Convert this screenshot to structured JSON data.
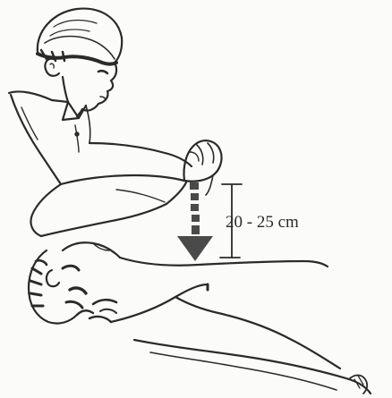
{
  "figure": {
    "measurement_label": "20 - 25 cm",
    "colors": {
      "paper": "#fbfbf9",
      "ink": "#2a2a2a",
      "arrow": "#4a4a4a"
    },
    "icons": [
      "rescuer-figure",
      "patient-figure",
      "downward-arrow",
      "measurement-bracket"
    ]
  }
}
